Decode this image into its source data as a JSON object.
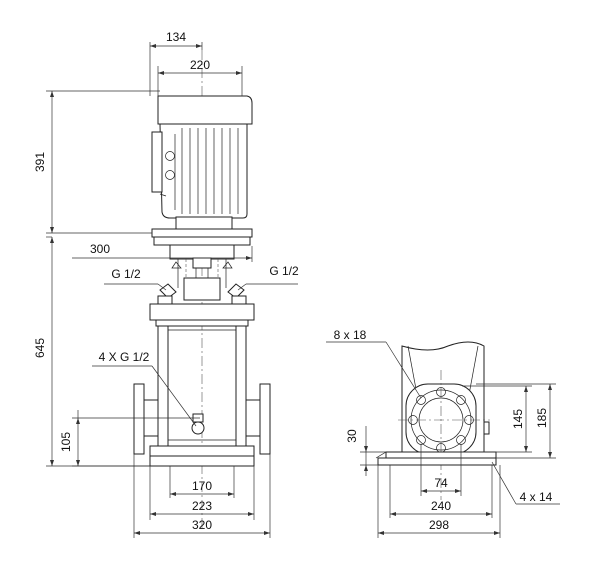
{
  "front_view": {
    "dim_motor_top": "134",
    "dim_motor_width": "220",
    "dim_motor_height": "391",
    "dim_coupling_width": "300",
    "label_port_left": "G 1/2",
    "label_port_right": "G 1/2",
    "dim_total_height": "645",
    "label_drain_ports": "4 X G 1/2",
    "dim_pipe_height": "105",
    "dim_port_span": "170",
    "dim_base_width": "223",
    "dim_overall_width": "320"
  },
  "side_view": {
    "label_bolt_holes": "8 x 18",
    "dim_flange_inner": "145",
    "dim_flange_outer": "185",
    "dim_base_height": "30",
    "dim_bolt_spacing": "74",
    "dim_mount_span": "240",
    "dim_base_length": "298",
    "label_mount_holes": "4 x 14"
  }
}
